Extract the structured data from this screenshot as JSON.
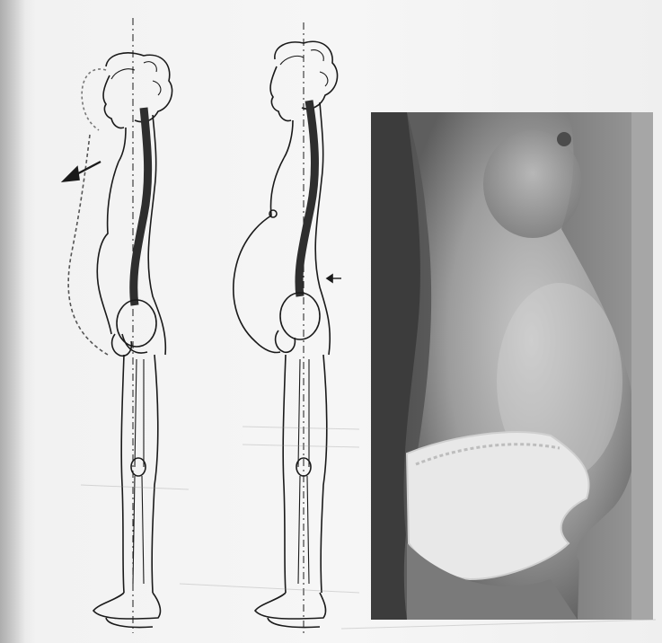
{
  "figure": {
    "left_illustration": "spine-posture-drawing-before-after",
    "middle_illustration": "spine-posture-drawing-pregnant",
    "right_photo": "pregnant-torso-side-photo"
  },
  "colors": {
    "ink": "#1a1a1a",
    "spine": "#2e2e2e",
    "paper": "#f4f4f4",
    "photo_skin_dark": "#5c5c5c",
    "photo_skin_light": "#b8b8b8",
    "lace": "#e8e8e8"
  }
}
